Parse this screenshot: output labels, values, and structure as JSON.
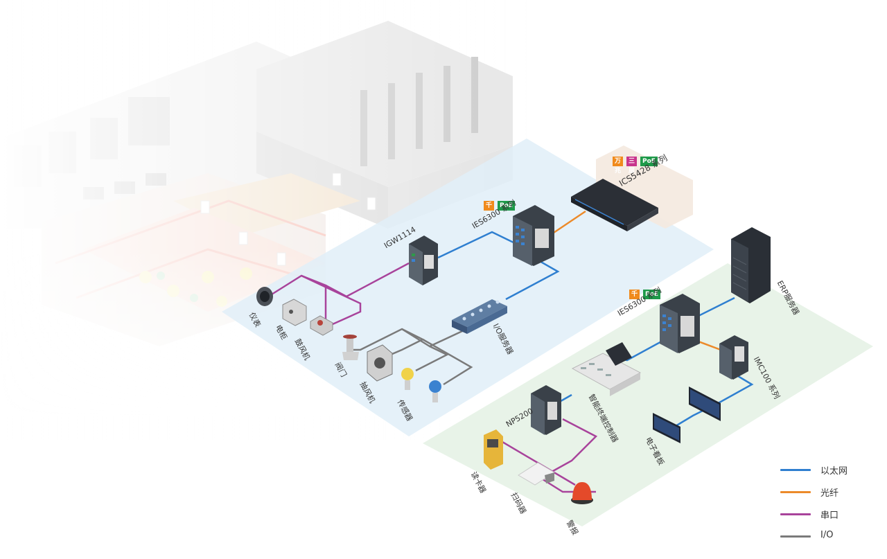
{
  "zones": {
    "blue": {
      "color": "#e0eef8"
    },
    "green": {
      "color": "#e6f2e6"
    }
  },
  "devices": {
    "igw": {
      "label": "IGW1114"
    },
    "ies_top": {
      "label": "IES6300 系列",
      "badges": [
        "千兆",
        "PoE"
      ]
    },
    "ics": {
      "label": "ICS5428 系列",
      "badges": [
        "万兆",
        "三层",
        "PoE"
      ]
    },
    "io_server": {
      "label": "I/O服务器"
    },
    "ies_bottom": {
      "label": "IES6300 系列",
      "badges": [
        "千兆",
        "PoE"
      ]
    },
    "erp": {
      "label": "ERP服务器"
    },
    "imc": {
      "label": "IMC100 系列"
    },
    "np": {
      "label": "NP5200"
    },
    "controller": {
      "label": "智能终端控制器"
    },
    "board": {
      "label": "电子看板"
    },
    "meter": {
      "label": "仪表"
    },
    "cabinet": {
      "label": "电柜"
    },
    "blower": {
      "label": "鼓风机"
    },
    "valve": {
      "label": "阀门"
    },
    "exhaust": {
      "label": "抽风机"
    },
    "sensor": {
      "label": "传感器"
    },
    "reader": {
      "label": "读卡器"
    },
    "scanner": {
      "label": "扫码器"
    },
    "alarm": {
      "label": "警报"
    }
  },
  "legend": [
    {
      "label": "以太网",
      "color": "#2f7fd0"
    },
    {
      "label": "光纤",
      "color": "#ec8a2a"
    },
    {
      "label": "串口",
      "color": "#a8439b"
    },
    {
      "label": "I/O",
      "color": "#7a7a7a"
    }
  ],
  "colors": {
    "ethernet": "#2f7fd0",
    "fiber": "#ec8a2a",
    "serial": "#a8439b",
    "io": "#7a7a7a",
    "badge_gigabit": "#f08a1c",
    "badge_poe": "#1e9a4a",
    "badge_10g": "#f08a1c",
    "badge_l3": "#c8348c"
  },
  "icons": {
    "switch": "network-switch-icon",
    "server": "server-rack-icon",
    "monitor": "display-screen-icon",
    "alarm": "alarm-light-icon"
  }
}
